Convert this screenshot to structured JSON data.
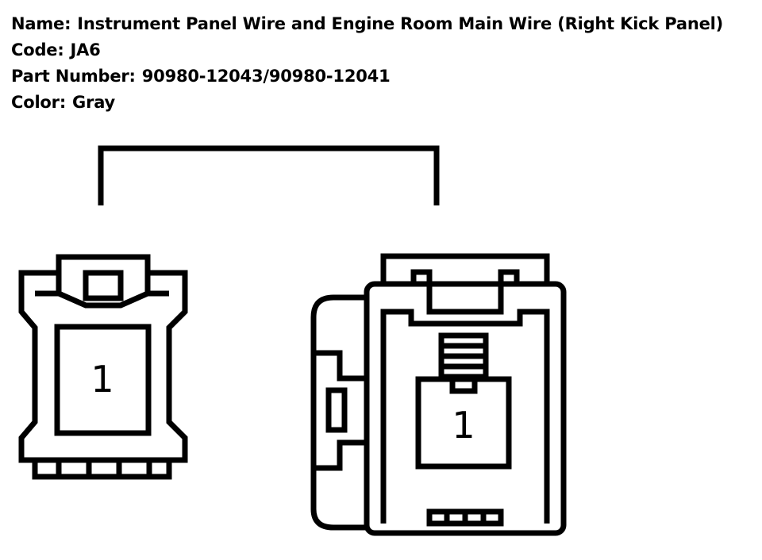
{
  "info": {
    "name_label": "Name:",
    "name_value": "Instrument Panel Wire and Engine Room Main Wire (Right Kick Panel)",
    "code_label": "Code:",
    "code_value": "JA6",
    "part_label": "Part Number:",
    "part_value": "90980-12043/90980-12041",
    "color_label": "Color:",
    "color_value": "Gray"
  },
  "connectors": {
    "left": {
      "pin_label": "1"
    },
    "right": {
      "pin_label": "1"
    }
  },
  "colors": {
    "line": "#000000",
    "background": "#ffffff"
  }
}
